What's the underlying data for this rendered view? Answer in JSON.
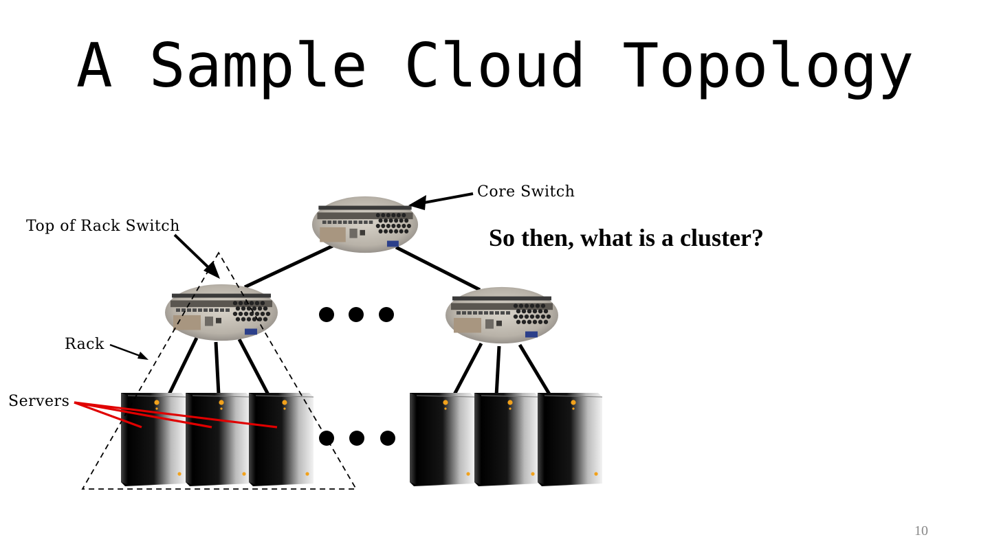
{
  "slide": {
    "title": "A Sample Cloud Topology",
    "question": "So then, what is a cluster?",
    "page_number": "10"
  },
  "diagram": {
    "labels": {
      "core_switch": "Core Switch",
      "tor_switch": "Top of Rack Switch",
      "rack": "Rack",
      "servers": "Servers"
    },
    "colors": {
      "link": "#000000",
      "server_pointer": "#e00000",
      "rack_outline": "#000000"
    },
    "icons": [
      "network-switch-icon",
      "server-tower-icon",
      "ellipsis-dots-icon"
    ]
  }
}
